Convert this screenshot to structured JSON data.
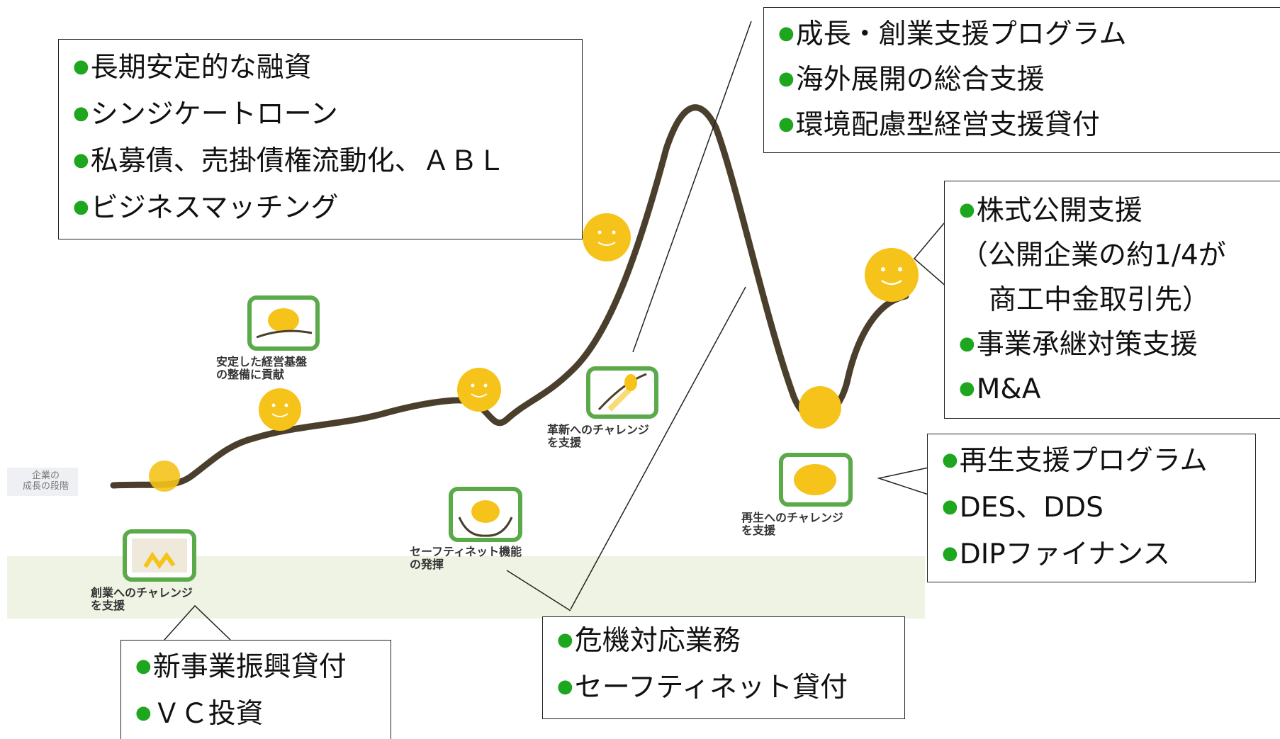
{
  "colors": {
    "accent_green": "#1ea71e",
    "icon_frame": "#5aaa4a",
    "smiley": "#f5c31a",
    "curve": "#4a3f2c",
    "band": "#eef3e3"
  },
  "axis_label": [
    "企業の",
    "成長の段階"
  ],
  "boxes": {
    "financing": [
      "長期安定的な融資",
      "シンジケートローン",
      "私募債、売掛債権流動化、ＡＢＬ",
      "ビジネスマッチング"
    ],
    "growth": [
      "成長・創業支援プログラム",
      "海外展開の総合支援",
      "環境配慮型経営支援貸付"
    ],
    "ipo": [
      "株式公開支援",
      "（公開企業の約1/4が",
      "商工中金取引先）",
      "事業承継対策支援",
      "M&A"
    ],
    "revival": [
      "再生支援プログラム",
      "DES、DDS",
      "DIPファイナンス"
    ],
    "crisis": [
      "危機対応業務",
      "セーフティネット貸付"
    ],
    "startup": [
      "新事業振興貸付",
      "ＶＣ投資"
    ]
  },
  "captions": {
    "stable": [
      "安定した経営基盤",
      "の整備に貢献"
    ],
    "innovation": [
      "革新へのチャレンジ",
      "を支援"
    ],
    "safety": [
      "セーフティネット機能",
      "の発揮"
    ],
    "regen": [
      "再生へのチャレンジ",
      "を支援"
    ],
    "founding": [
      "創業へのチャレンジ",
      "を支援"
    ]
  }
}
